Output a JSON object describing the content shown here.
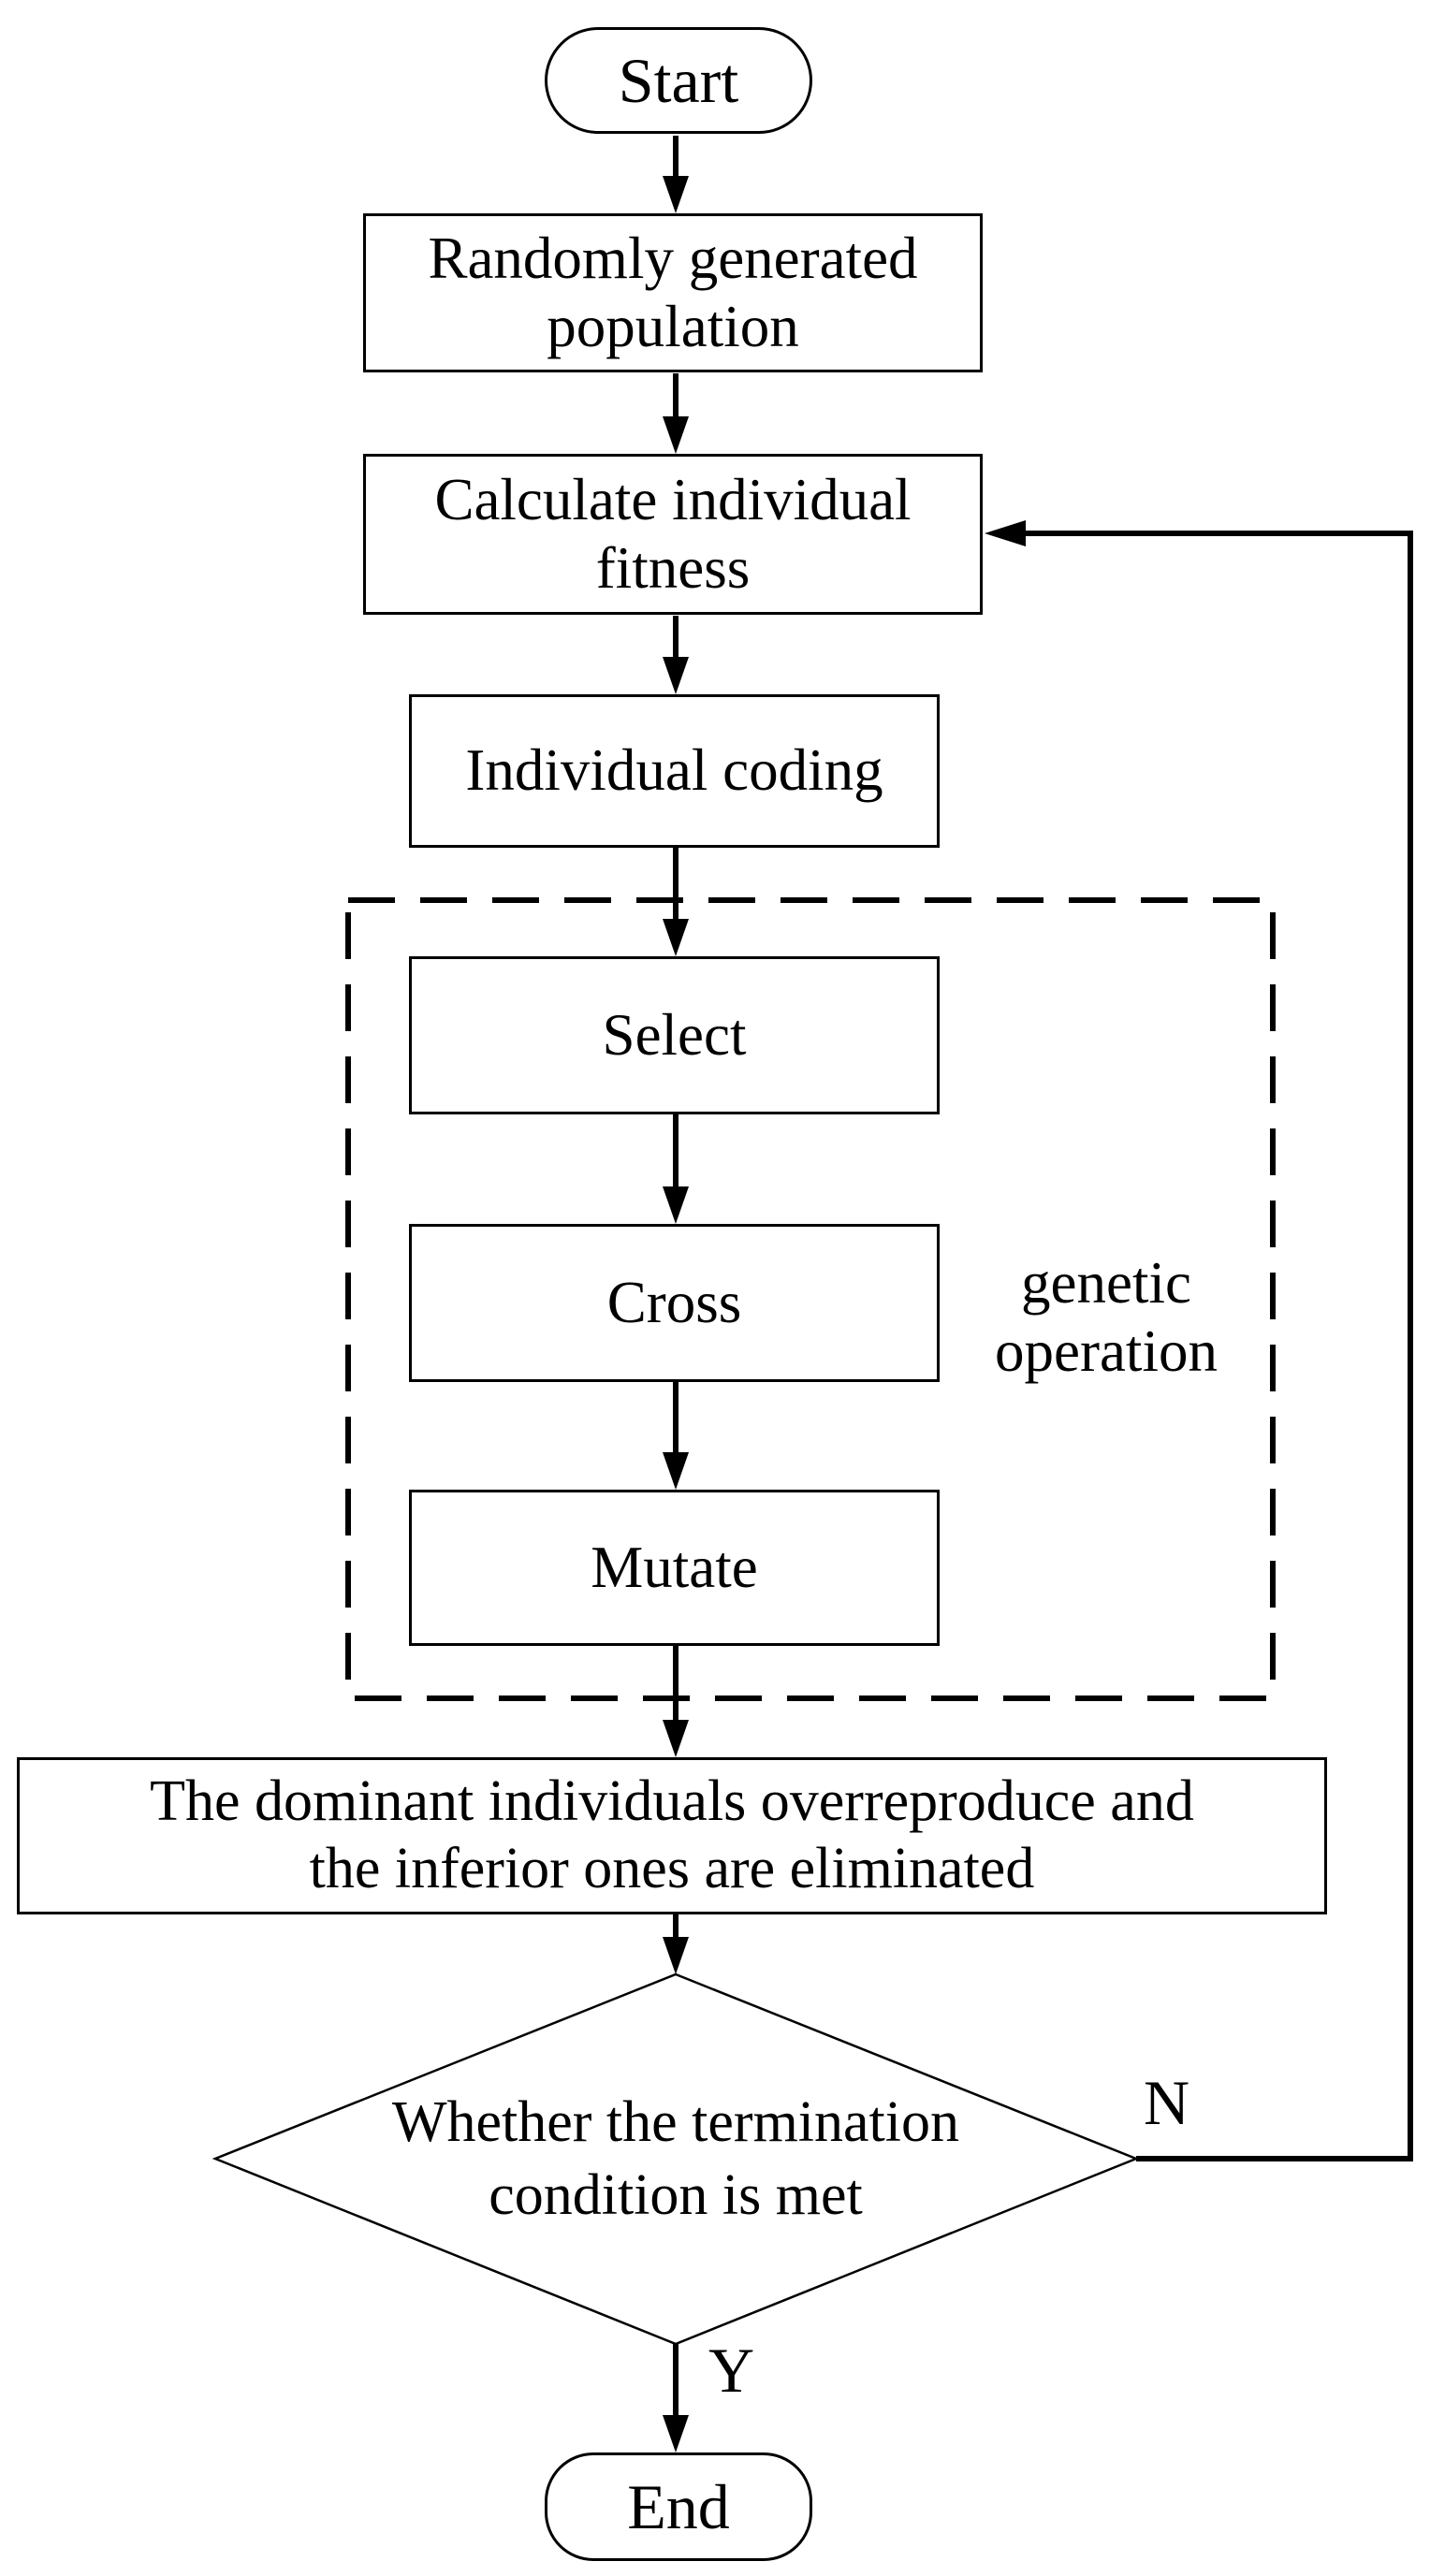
{
  "colors": {
    "ink": "#000000",
    "background": "#ffffff"
  },
  "flowchart": {
    "start": {
      "lines": [
        "Start"
      ]
    },
    "population": {
      "lines": [
        "Randomly generated",
        "population"
      ]
    },
    "fitness": {
      "lines": [
        "Calculate individual",
        "fitness"
      ]
    },
    "coding": {
      "lines": [
        "Individual coding"
      ]
    },
    "select": {
      "lines": [
        "Select"
      ]
    },
    "cross": {
      "lines": [
        "Cross"
      ]
    },
    "mutate": {
      "lines": [
        "Mutate"
      ]
    },
    "genetic_group": {
      "label_lines": [
        "genetic",
        "operation"
      ]
    },
    "reproduce": {
      "lines": [
        "The dominant individuals overreproduce and",
        "the inferior ones are eliminated"
      ]
    },
    "decision": {
      "lines": [
        "Whether the termination",
        "condition is met"
      ]
    },
    "end": {
      "lines": [
        "End"
      ]
    },
    "branch_no": "N",
    "branch_yes": "Y"
  }
}
